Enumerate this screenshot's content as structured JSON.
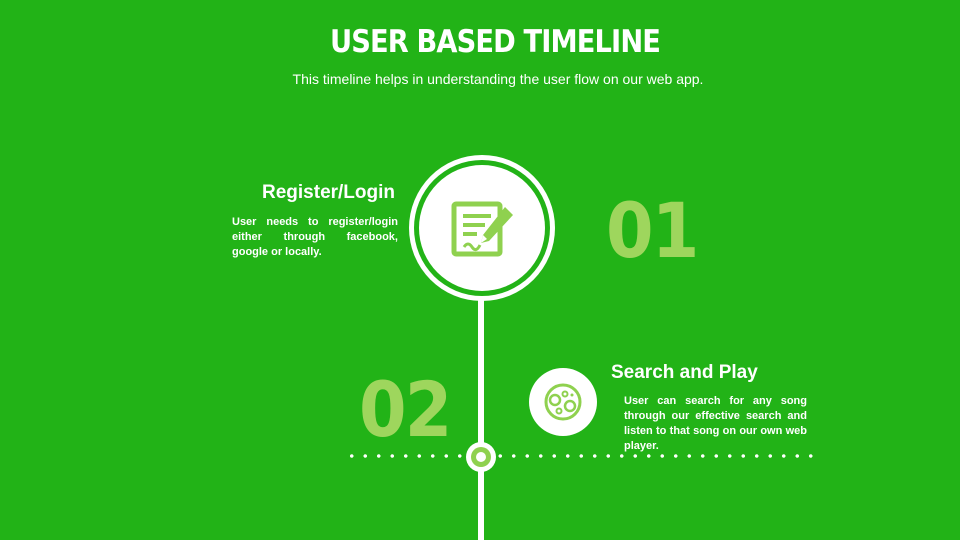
{
  "header": {
    "title": "USER BASED TIMELINE",
    "subtitle": "This timeline helps in understanding the user flow on our web app."
  },
  "steps": [
    {
      "number": "01",
      "title": "Register/Login",
      "description": "User needs to register/login either through facebook, google or locally.",
      "icon": "edit-document-icon"
    },
    {
      "number": "02",
      "title": "Search and Play",
      "description": "User can search for any song through our effective search and listen to that song on our own web player.",
      "icon": "music-play-icon"
    }
  ],
  "colors": {
    "background": "#22b317",
    "accent": "#8fd14f",
    "number": "#9ed65d",
    "text": "#ffffff"
  }
}
